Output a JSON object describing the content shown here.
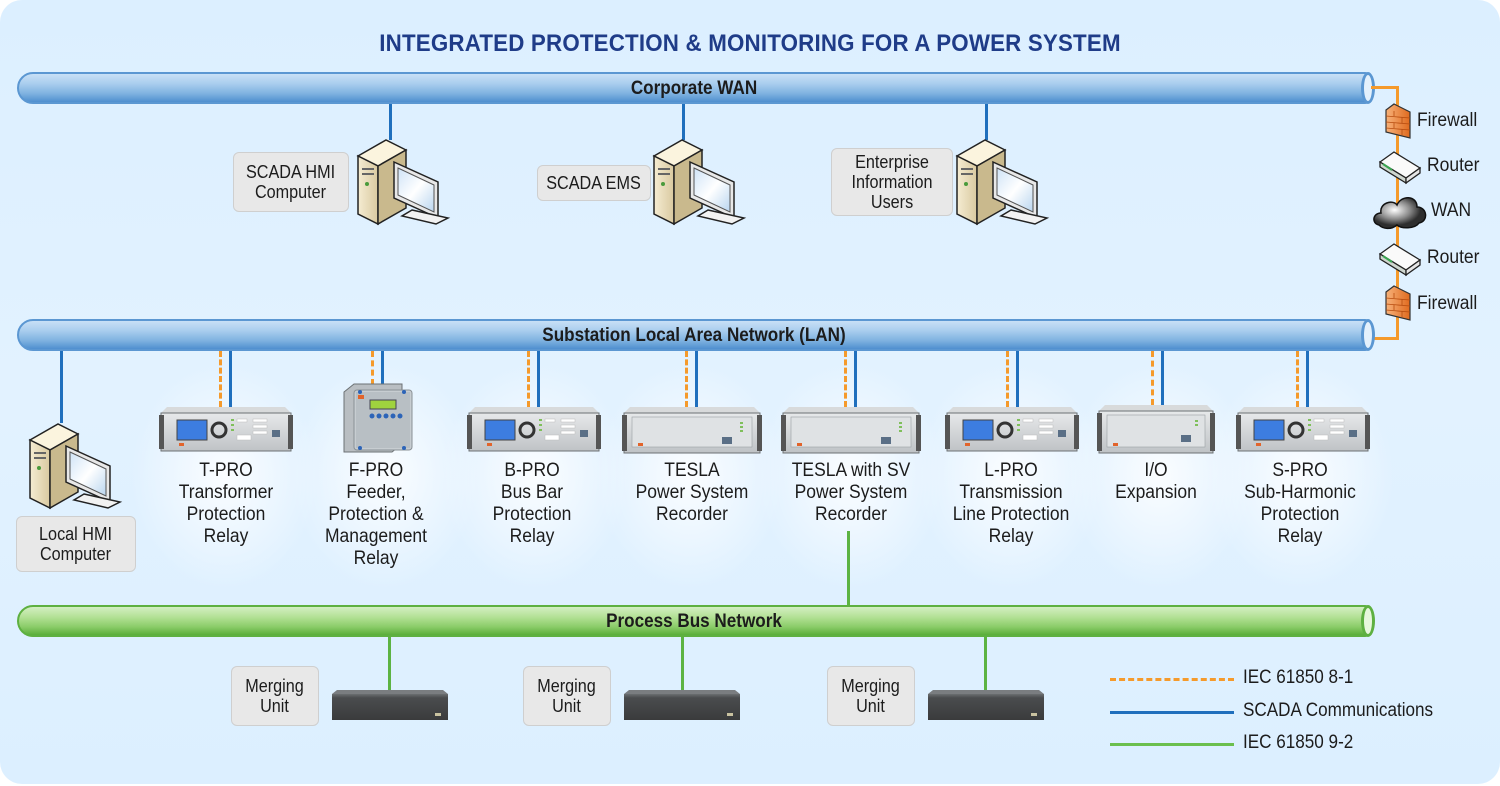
{
  "title": "INTEGRATED PROTECTION & MONITORING FOR A POWER SYSTEM",
  "networks": {
    "corporate_wan": "Corporate WAN",
    "substation_lan": "Substation Local Area Network (LAN)",
    "process_bus": "Process Bus Network"
  },
  "corporate_devices": [
    {
      "label_lines": [
        "SCADA HMI",
        "Computer"
      ],
      "icon": "desktop-computer-icon"
    },
    {
      "label_lines": [
        "SCADA EMS"
      ],
      "icon": "desktop-computer-icon"
    },
    {
      "label_lines": [
        "Enterprise",
        "Information",
        "Users"
      ],
      "icon": "desktop-computer-icon"
    }
  ],
  "wan_chain": [
    {
      "label": "Firewall",
      "icon": "firewall-icon"
    },
    {
      "label": "Router",
      "icon": "router-icon"
    },
    {
      "label": "WAN",
      "icon": "cloud-icon"
    },
    {
      "label": "Router",
      "icon": "router-icon"
    },
    {
      "label": "Firewall",
      "icon": "firewall-icon"
    }
  ],
  "local_hmi": {
    "label_lines": [
      "Local HMI",
      "Computer"
    ],
    "icon": "desktop-computer-icon"
  },
  "substation_devices": [
    {
      "name": "T-PRO",
      "lines": [
        "T-PRO",
        "Transformer",
        "Protection",
        "Relay"
      ],
      "icon": "rack-relay-icon",
      "iec_8_1": true,
      "scada": true
    },
    {
      "name": "F-PRO",
      "lines": [
        "F-PRO",
        "Feeder,",
        "Protection &",
        "Management",
        "Relay"
      ],
      "icon": "feeder-relay-icon",
      "iec_8_1": true,
      "scada": true
    },
    {
      "name": "B-PRO",
      "lines": [
        "B-PRO",
        "Bus Bar",
        "Protection",
        "Relay"
      ],
      "icon": "rack-relay-icon",
      "iec_8_1": true,
      "scada": true
    },
    {
      "name": "TESLA",
      "lines": [
        "TESLA",
        "Power System",
        "Recorder"
      ],
      "icon": "rack-recorder-icon",
      "iec_8_1": true,
      "scada": true
    },
    {
      "name": "TESLA with SV",
      "lines": [
        "TESLA with SV",
        "Power System",
        "Recorder"
      ],
      "icon": "rack-recorder-icon",
      "iec_8_1": true,
      "scada": true,
      "process_bus": true
    },
    {
      "name": "L-PRO",
      "lines": [
        "L-PRO",
        "Transmission",
        "Line Protection",
        "Relay"
      ],
      "icon": "rack-relay-icon",
      "iec_8_1": true,
      "scada": true
    },
    {
      "name": "I/O",
      "lines": [
        "I/O",
        "Expansion"
      ],
      "icon": "rack-recorder-icon",
      "iec_8_1": true,
      "scada": true
    },
    {
      "name": "S-PRO",
      "lines": [
        "S-PRO",
        "Sub-Harmonic",
        "Protection",
        "Relay"
      ],
      "icon": "rack-relay-icon",
      "iec_8_1": true,
      "scada": true
    }
  ],
  "merging_units": [
    {
      "label_lines": [
        "Merging",
        "Unit"
      ]
    },
    {
      "label_lines": [
        "Merging",
        "Unit"
      ]
    },
    {
      "label_lines": [
        "Merging",
        "Unit"
      ]
    }
  ],
  "legend": [
    {
      "label": "IEC 61850 8-1",
      "style": "dashed",
      "color": "#f59a2b"
    },
    {
      "label": "SCADA Communications",
      "style": "solid",
      "color": "#1f6fbd"
    },
    {
      "label": "IEC 61850 9-2",
      "style": "solid",
      "color": "#6bbf4e"
    }
  ],
  "colors": {
    "title": "#1f3c88",
    "background": "#dcefff",
    "wan_pipe": "#7fb2e0",
    "process_pipe": "#8ccd6a",
    "iec_8_1": "#f59a2b",
    "scada": "#1f6fbd",
    "iec_9_2": "#5cb343"
  }
}
